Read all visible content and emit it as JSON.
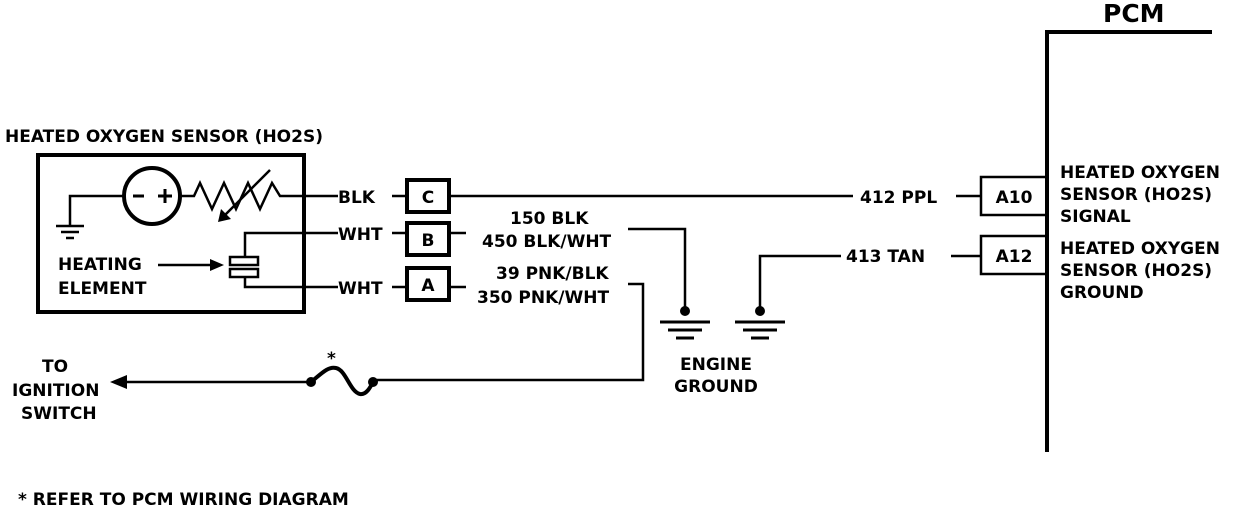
{
  "pcm": {
    "title": "PCM",
    "pin_a10": "A10",
    "pin_a12": "A12",
    "signal_label": [
      "HEATED OXYGEN",
      "SENSOR (HO2S)",
      "SIGNAL"
    ],
    "ground_label": [
      "HEATED OXYGEN",
      "SENSOR (HO2S)",
      "GROUND"
    ]
  },
  "sensor": {
    "title": "HEATED OXYGEN SENSOR (HO2S)",
    "heating_element": [
      "HEATING",
      "ELEMENT"
    ]
  },
  "connector": {
    "pin_c": "C",
    "pin_b": "B",
    "pin_a": "A"
  },
  "wires": {
    "blk": "BLK",
    "wht_upper": "WHT",
    "wht_lower": "WHT",
    "w412": "412 PPL",
    "w413": "413 TAN",
    "w150": "150 BLK",
    "w450": "450 BLK/WHT",
    "w39": "39 PNK/BLK",
    "w350": "350 PNK/WHT"
  },
  "ground": {
    "label": [
      "ENGINE",
      "GROUND"
    ]
  },
  "ignition": {
    "label": [
      "TO",
      "IGNITION",
      "SWITCH"
    ],
    "fuse_note": "*"
  },
  "footnote": "* REFER TO PCM WIRING DIAGRAM"
}
